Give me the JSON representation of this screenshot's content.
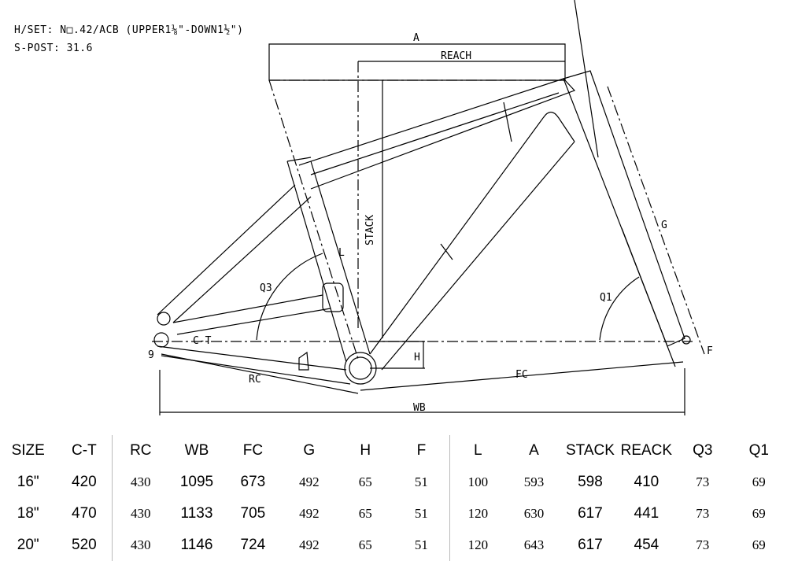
{
  "specs": {
    "headset": "H/SET: N□.42/ACB (UPPER1⅛\"-DOWN1½\")",
    "seatpost": "S-POST: 31.6"
  },
  "drawing_labels": {
    "a": "A",
    "reach": "REACH",
    "stack": "STACK",
    "l": "L",
    "g": "G",
    "q3": "Q3",
    "q1": "Q1",
    "rc": "RC",
    "fc": "FC",
    "wb": "WB",
    "h": "H",
    "f": "F",
    "ct": "C-T",
    "nine": "9"
  },
  "table": {
    "headers": [
      "SIZE",
      "C-T",
      "RC",
      "WB",
      "FC",
      "G",
      "H",
      "F",
      "L",
      "A",
      "STACK",
      "REACK",
      "Q3",
      "Q1"
    ],
    "rows": [
      [
        "16\"",
        "420",
        "430",
        "1095",
        "673",
        "492",
        "65",
        "51",
        "100",
        "593",
        "598",
        "410",
        "73",
        "69"
      ],
      [
        "18\"",
        "470",
        "430",
        "1133",
        "705",
        "492",
        "65",
        "51",
        "120",
        "630",
        "617",
        "441",
        "73",
        "69"
      ],
      [
        "20\"",
        "520",
        "430",
        "1146",
        "724",
        "492",
        "65",
        "51",
        "120",
        "643",
        "617",
        "454",
        "73",
        "69"
      ]
    ]
  }
}
